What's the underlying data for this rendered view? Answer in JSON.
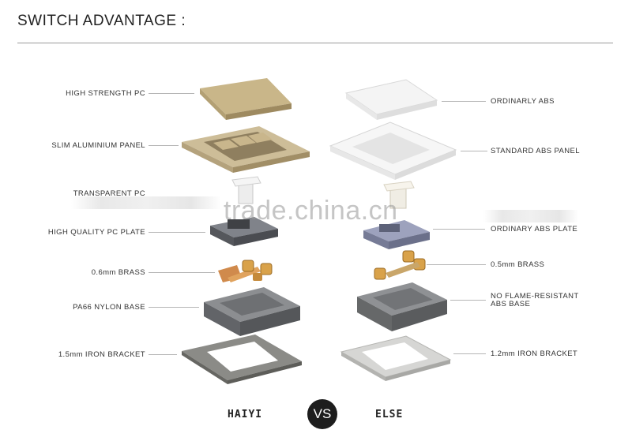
{
  "header": {
    "title": "SWITCH ADVANTAGE :"
  },
  "left_labels": [
    "HIGH STRENGTH PC",
    "SLIM ALUMINIUM PANEL",
    "TRANSPARENT PC",
    "HIGH QUALITY PC PLATE",
    "0.6mm BRASS",
    "PA66 NYLON BASE",
    "1.5mm IRON BRACKET"
  ],
  "right_labels": [
    "ORDINARLY ABS",
    "STANDARD ABS PANEL",
    "ORDINARY ABS PLATE",
    "0.5mm BRASS",
    "NO FLAME-RESISTANT",
    "ABS BASE",
    "1.2mm IRON BRACKET"
  ],
  "watermark": "trade.china.cn",
  "footer": {
    "left_brand": "HAIYI",
    "vs": "VS",
    "right_brand": "ELSE"
  },
  "colors": {
    "gold": "#c6b48a",
    "gold_dark": "#a8956a",
    "white_part": "#f2f2f2",
    "plate_grey": "#6c6e73",
    "plate_blue": "#8b8fa6",
    "brass": "#d9a24a",
    "nylon": "#7d7f82",
    "iron": "#8a8a86",
    "iron_light": "#d4d4d2"
  }
}
